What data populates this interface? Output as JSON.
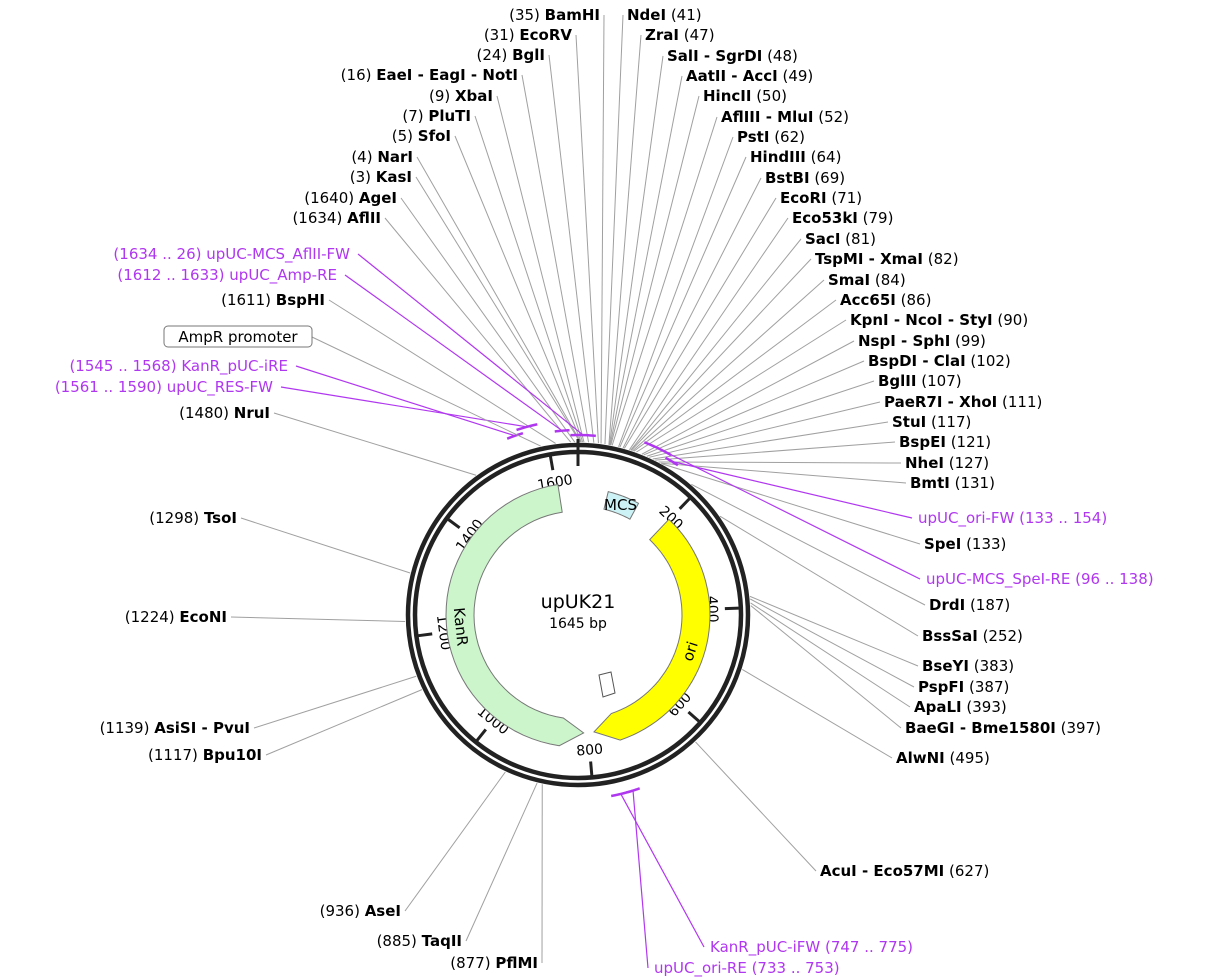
{
  "plasmid": {
    "name": "upUK21",
    "length_text": "1645 bp",
    "length": 1645
  },
  "colors": {
    "primer": "#b037f0",
    "site_line": "#a0a0a0",
    "ring": "#222222",
    "ori": "#ffff00",
    "kanr": "#ccf5cc",
    "mcs": "#ccf2f5"
  },
  "ticks": [
    {
      "label": "200",
      "bp": 200
    },
    {
      "label": "400",
      "bp": 400
    },
    {
      "label": "600",
      "bp": 600
    },
    {
      "label": "800",
      "bp": 800
    },
    {
      "label": "1000",
      "bp": 1000
    },
    {
      "label": "1200",
      "bp": 1200
    },
    {
      "label": "1400",
      "bp": 1400
    },
    {
      "label": "1600",
      "bp": 1600
    }
  ],
  "features": [
    {
      "name": "MCS",
      "start": 63,
      "end": 130,
      "type": "box",
      "color": "#ccf2f5"
    },
    {
      "name": "ori",
      "start": 199,
      "end": 787,
      "type": "arrow_cw",
      "color": "#ffff00"
    },
    {
      "name": "KanR",
      "start": 810,
      "end": 1605,
      "type": "arrow_ccw",
      "color": "#ccf5cc"
    }
  ],
  "promoter": {
    "label": "AmpR promoter",
    "bp": 1588
  },
  "sites": [
    {
      "pos": "(35)",
      "name": "BamHI",
      "bp": 35,
      "side": "left"
    },
    {
      "pos": "(31)",
      "name": "EcoRV",
      "bp": 31,
      "side": "left"
    },
    {
      "pos": "(24)",
      "name": "BglI",
      "bp": 24,
      "side": "left"
    },
    {
      "pos": "(16)",
      "name": "EaeI - EagI - NotI",
      "bp": 16,
      "side": "left"
    },
    {
      "pos": "(9)",
      "name": "XbaI",
      "bp": 9,
      "side": "left"
    },
    {
      "pos": "(7)",
      "name": "PluTI",
      "bp": 7,
      "side": "left"
    },
    {
      "pos": "(5)",
      "name": "SfoI",
      "bp": 5,
      "side": "left"
    },
    {
      "pos": "(4)",
      "name": "NarI",
      "bp": 4,
      "side": "left"
    },
    {
      "pos": "(3)",
      "name": "KasI",
      "bp": 3,
      "side": "left"
    },
    {
      "pos": "(1640)",
      "name": "AgeI",
      "bp": 1640,
      "side": "left"
    },
    {
      "pos": "(1634)",
      "name": "AflII",
      "bp": 1634,
      "side": "left"
    },
    {
      "pos": "(1611)",
      "name": "BspHI",
      "bp": 1611,
      "side": "left"
    },
    {
      "pos": "(1480)",
      "name": "NruI",
      "bp": 1480,
      "side": "left"
    },
    {
      "pos": "(1298)",
      "name": "TsoI",
      "bp": 1298,
      "side": "left"
    },
    {
      "pos": "(1224)",
      "name": "EcoNI",
      "bp": 1224,
      "side": "left"
    },
    {
      "pos": "(1139)",
      "name": "AsiSI - PvuI",
      "bp": 1139,
      "side": "left"
    },
    {
      "pos": "(1117)",
      "name": "Bpu10I",
      "bp": 1117,
      "side": "left"
    },
    {
      "pos": "(936)",
      "name": "AseI",
      "bp": 936,
      "side": "left"
    },
    {
      "pos": "(885)",
      "name": "TaqII",
      "bp": 885,
      "side": "left"
    },
    {
      "pos": "(877)",
      "name": "PflMI",
      "bp": 877,
      "side": "left"
    },
    {
      "name": "NdeI",
      "pos": "(41)",
      "bp": 41,
      "side": "right"
    },
    {
      "name": "ZraI",
      "pos": "(47)",
      "bp": 47,
      "side": "right"
    },
    {
      "name": "SalI - SgrDI",
      "pos": "(48)",
      "bp": 48,
      "side": "right"
    },
    {
      "name": "AatII - AccI",
      "pos": "(49)",
      "bp": 49,
      "side": "right"
    },
    {
      "name": "HincII",
      "pos": "(50)",
      "bp": 50,
      "side": "right"
    },
    {
      "name": "AflIII - MluI",
      "pos": "(52)",
      "bp": 52,
      "side": "right"
    },
    {
      "name": "PstI",
      "pos": "(62)",
      "bp": 62,
      "side": "right"
    },
    {
      "name": "HindIII",
      "pos": "(64)",
      "bp": 64,
      "side": "right"
    },
    {
      "name": "BstBI",
      "pos": "(69)",
      "bp": 69,
      "side": "right"
    },
    {
      "name": "EcoRI",
      "pos": "(71)",
      "bp": 71,
      "side": "right"
    },
    {
      "name": "Eco53kI",
      "pos": "(79)",
      "bp": 79,
      "side": "right"
    },
    {
      "name": "SacI",
      "pos": "(81)",
      "bp": 81,
      "side": "right"
    },
    {
      "name": "TspMI - XmaI",
      "pos": "(82)",
      "bp": 82,
      "side": "right"
    },
    {
      "name": "SmaI",
      "pos": "(84)",
      "bp": 84,
      "side": "right"
    },
    {
      "name": "Acc65I",
      "pos": "(86)",
      "bp": 86,
      "side": "right"
    },
    {
      "name": "KpnI - NcoI - StyI",
      "pos": "(90)",
      "bp": 90,
      "side": "right"
    },
    {
      "name": "NspI - SphI",
      "pos": "(99)",
      "bp": 99,
      "side": "right"
    },
    {
      "name": "BspDI - ClaI",
      "pos": "(102)",
      "bp": 102,
      "side": "right"
    },
    {
      "name": "BglII",
      "pos": "(107)",
      "bp": 107,
      "side": "right"
    },
    {
      "name": "PaeR7I - XhoI",
      "pos": "(111)",
      "bp": 111,
      "side": "right"
    },
    {
      "name": "StuI",
      "pos": "(117)",
      "bp": 117,
      "side": "right"
    },
    {
      "name": "BspEI",
      "pos": "(121)",
      "bp": 121,
      "side": "right"
    },
    {
      "name": "NheI",
      "pos": "(127)",
      "bp": 127,
      "side": "right"
    },
    {
      "name": "BmtI",
      "pos": "(131)",
      "bp": 131,
      "side": "right"
    },
    {
      "name": "SpeI",
      "pos": "(133)",
      "bp": 133,
      "side": "right"
    },
    {
      "name": "DrdI",
      "pos": "(187)",
      "bp": 187,
      "side": "right"
    },
    {
      "name": "BssSaI",
      "pos": "(252)",
      "bp": 252,
      "side": "right"
    },
    {
      "name": "BseYI",
      "pos": "(383)",
      "bp": 383,
      "side": "right"
    },
    {
      "name": "PspFI",
      "pos": "(387)",
      "bp": 387,
      "side": "right"
    },
    {
      "name": "ApaLI",
      "pos": "(393)",
      "bp": 393,
      "side": "right"
    },
    {
      "name": "BaeGI - Bme1580I",
      "pos": "(397)",
      "bp": 397,
      "side": "right"
    },
    {
      "name": "AlwNI",
      "pos": "(495)",
      "bp": 495,
      "side": "right"
    },
    {
      "name": "AcuI - Eco57MI",
      "pos": "(627)",
      "bp": 627,
      "side": "right"
    }
  ],
  "primers": [
    {
      "text": "(1634 .. 26)  upUC-MCS_AflII-FW",
      "start": 1634,
      "end": 26,
      "side": "left"
    },
    {
      "text": "(1612 .. 1633)  upUC_Amp-RE",
      "start": 1612,
      "end": 1633,
      "side": "left"
    },
    {
      "text": "(1545 .. 1568)  KanR_pUC-iRE",
      "start": 1545,
      "end": 1568,
      "side": "left"
    },
    {
      "text": "(1561 .. 1590)  upUC_RES-FW",
      "start": 1561,
      "end": 1590,
      "side": "left"
    },
    {
      "text": "upUC_ori-FW    (133 .. 154)",
      "start": 133,
      "end": 154,
      "side": "right"
    },
    {
      "text": "upUC-MCS_SpeI-RE    (96 .. 138)",
      "start": 96,
      "end": 138,
      "side": "right"
    },
    {
      "text": "KanR_pUC-iFW    (747 .. 775)",
      "start": 747,
      "end": 775,
      "side": "right"
    },
    {
      "text": "upUC_ori-RE    (733 .. 753)",
      "start": 733,
      "end": 753,
      "side": "right"
    }
  ]
}
